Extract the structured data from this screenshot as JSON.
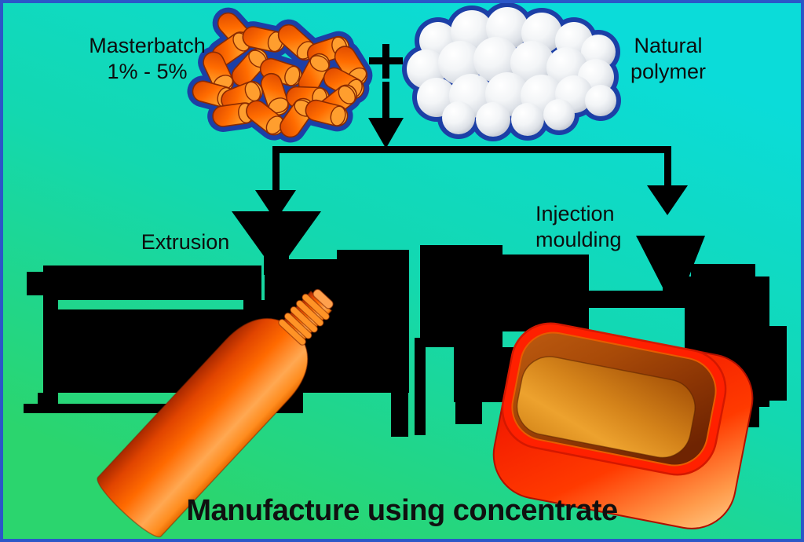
{
  "title": "Manufacture using concentrate",
  "labels": {
    "masterbatch": {
      "line1": "Masterbatch",
      "line2": "1% - 5%"
    },
    "natural_polymer": {
      "line1": "Natural",
      "line2": "polymer"
    },
    "extrusion": {
      "label": "Extrusion"
    },
    "injection_moulding": {
      "line1": "Injection",
      "line2": "moulding"
    }
  },
  "icons": {
    "plus_sign": "+",
    "flow_arrow": "down-arrow"
  },
  "colors": {
    "background_top": "#0bdcd9",
    "background_bottom": "#2bd56e",
    "frame_border": "#2b57c8",
    "machine_silhouette": "#000000",
    "cluster_outline_navy": "#1c3fa6",
    "masterbatch_pellet_orange": "#ff6c00",
    "polymer_sphere_white": "#eceef2",
    "product_red": "#ff2000",
    "product_orange": "#ff7b2e"
  }
}
